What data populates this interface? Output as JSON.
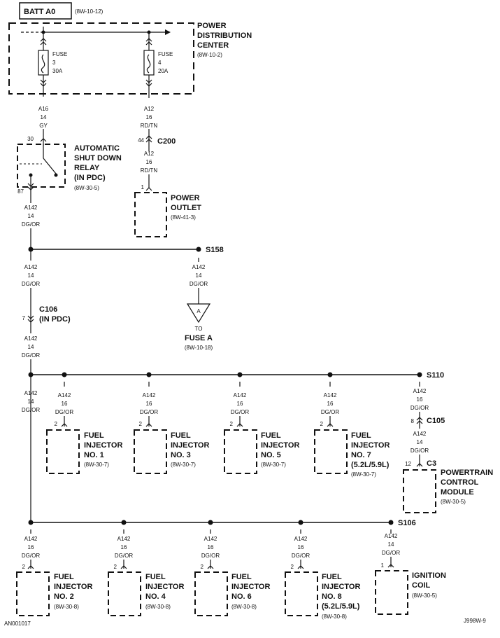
{
  "batt_label": "BATT A0",
  "batt_ref": "(8W-10-12)",
  "pdc": {
    "title_lines": [
      "POWER",
      "DISTRIBUTION",
      "CENTER"
    ],
    "ref": "(8W-10-2)"
  },
  "fuse3": {
    "lines": [
      "FUSE",
      "3",
      "30A"
    ]
  },
  "fuse4": {
    "lines": [
      "FUSE",
      "4",
      "20A"
    ]
  },
  "wire_a16": [
    "A16",
    "14",
    "GY"
  ],
  "wire_a12_top": [
    "A12",
    "16",
    "RD/TN"
  ],
  "c200": {
    "pin": "44",
    "name": "C200"
  },
  "wire_a12_bot": [
    "A12",
    "16",
    "RD/TN"
  ],
  "asd": {
    "pin_top": "30",
    "pin_bot": "87",
    "title_lines": [
      "AUTOMATIC",
      "SHUT DOWN",
      "RELAY",
      "(IN PDC)"
    ],
    "ref": "(8W-30-5)"
  },
  "power_outlet": {
    "pin": "1",
    "title_lines": [
      "POWER",
      "OUTLET"
    ],
    "ref": "(8W-41-3)"
  },
  "wire_a142_1": [
    "A142",
    "14",
    "DG/OR"
  ],
  "s158": "S158",
  "wire_a142_2": [
    "A142",
    "14",
    "DG/OR"
  ],
  "wire_a142_s158": [
    "A142",
    "14",
    "DG/OR"
  ],
  "fuse_a": {
    "letter": "A",
    "to": "TO",
    "name": "FUSE A",
    "ref": "(8W-10-18)"
  },
  "c106": {
    "pin": "7",
    "name": "C106",
    "sub": "(IN PDC)"
  },
  "wire_a142_3": [
    "A142",
    "14",
    "DG/OR"
  ],
  "s110": "S110",
  "wire_a142_main": [
    "A142",
    "14",
    "DG/OR"
  ],
  "row1": [
    {
      "wire": [
        "A142",
        "16",
        "DG/OR"
      ],
      "pin": "2",
      "title_lines": [
        "FUEL",
        "INJECTOR",
        "NO. 1"
      ],
      "ref": "(8W-30-7)"
    },
    {
      "wire": [
        "A142",
        "16",
        "DG/OR"
      ],
      "pin": "2",
      "title_lines": [
        "FUEL",
        "INJECTOR",
        "NO. 3"
      ],
      "ref": "(8W-30-7)"
    },
    {
      "wire": [
        "A142",
        "16",
        "DG/OR"
      ],
      "pin": "2",
      "title_lines": [
        "FUEL",
        "INJECTOR",
        "NO. 5"
      ],
      "ref": "(8W-30-7)"
    },
    {
      "wire": [
        "A142",
        "16",
        "DG/OR"
      ],
      "pin": "2",
      "title_lines": [
        "FUEL",
        "INJECTOR",
        "NO. 7",
        "(5.2L/5.9L)"
      ],
      "ref": "(8W-30-7)"
    }
  ],
  "pcm": {
    "wire1": [
      "A142",
      "16",
      "DG/OR"
    ],
    "c105": {
      "pin": "8",
      "name": "C105"
    },
    "wire2": [
      "A142",
      "14",
      "DG/OR"
    ],
    "c3": {
      "pin": "12",
      "name": "C3"
    },
    "title_lines": [
      "POWERTRAIN",
      "CONTROL",
      "MODULE"
    ],
    "ref": "(8W-30-5)"
  },
  "s106": "S106",
  "row2": [
    {
      "wire": [
        "A142",
        "16",
        "DG/OR"
      ],
      "pin": "2",
      "title_lines": [
        "FUEL",
        "INJECTOR",
        "NO. 2"
      ],
      "ref": "(8W-30-8)"
    },
    {
      "wire": [
        "A142",
        "16",
        "DG/OR"
      ],
      "pin": "2",
      "title_lines": [
        "FUEL",
        "INJECTOR",
        "NO. 4"
      ],
      "ref": "(8W-30-8)"
    },
    {
      "wire": [
        "A142",
        "16",
        "DG/OR"
      ],
      "pin": "2",
      "title_lines": [
        "FUEL",
        "INJECTOR",
        "NO. 6"
      ],
      "ref": "(8W-30-8)"
    },
    {
      "wire": [
        "A142",
        "16",
        "DG/OR"
      ],
      "pin": "2",
      "title_lines": [
        "FUEL",
        "INJECTOR",
        "NO. 8",
        "(5.2L/5.9L)"
      ],
      "ref": "(8W-30-8)"
    }
  ],
  "ignition": {
    "wire": [
      "A142",
      "14",
      "DG/OR"
    ],
    "pin": "1",
    "title_lines": [
      "IGNITION",
      "COIL"
    ],
    "ref": "(8W-30-5)"
  },
  "footer_left": "AN001017",
  "footer_right": "J998W-9"
}
